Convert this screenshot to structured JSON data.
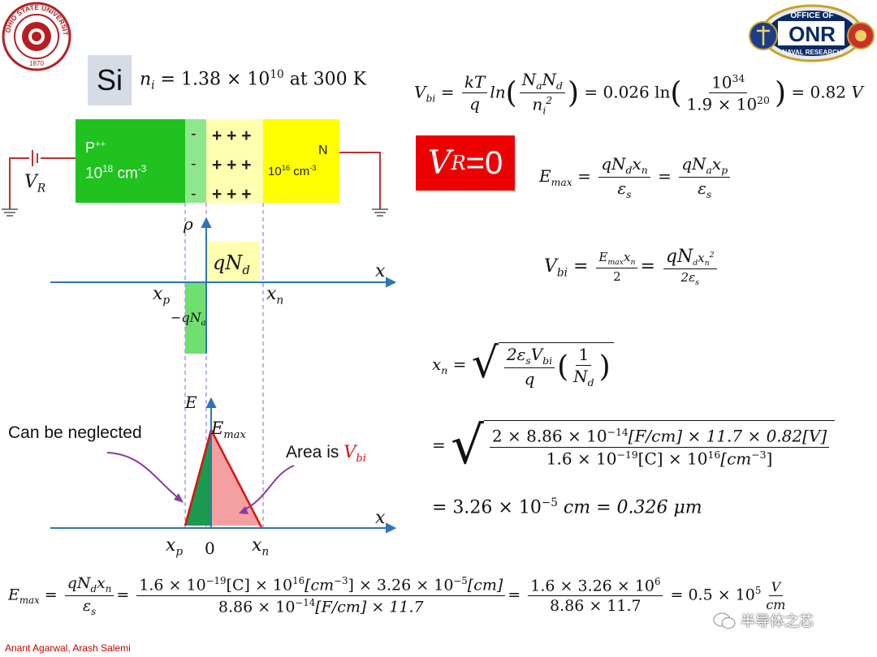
{
  "logos": {
    "left": {
      "icon": "ohio-state-seal-icon",
      "text": "OHIO STATE UNIVERSITY",
      "year": "1870",
      "color": "#b51f24"
    },
    "right": {
      "icon": "onr-logo-icon",
      "top_text": "OFFICE OF",
      "main_text": "ONR",
      "bottom_text": "NAVAL RESEARCH",
      "color": "#0b2a63"
    }
  },
  "material": {
    "label": "Si",
    "ni_symbol": "n",
    "ni_sub": "i",
    "ni_value": "= 1.38 × 10",
    "ni_exp": "10",
    "ni_suffix": "at 300 K"
  },
  "device": {
    "p_label": "P",
    "p_sup": "++",
    "p_doping": "10",
    "p_doping_exp": "18",
    "p_doping_unit": "cm",
    "p_doping_unit_exp": "-3",
    "n_label": "N",
    "n_doping": "10",
    "n_doping_exp": "16",
    "n_doping_unit": "cm",
    "n_doping_unit_exp": "-3",
    "minus_signs": [
      "-",
      "-",
      "-"
    ],
    "plus_rows": [
      "+ + +",
      "+ + +",
      "+ + +"
    ],
    "vr_symbol": "V",
    "vr_sub": "R",
    "colors": {
      "p": "#1fc21f",
      "depletion_p": "#8de88d",
      "depletion_n": "#ffffb0",
      "n": "#ffff00",
      "wire": "#c03030"
    }
  },
  "vr_badge": {
    "symbol": "V",
    "sub": "R",
    "value": "=0",
    "bg": "#ee0000"
  },
  "rho_plot": {
    "axis_y": "ρ",
    "axis_x": "x",
    "pos_label": "qN",
    "pos_label_sub": "d",
    "neg_label": "−qN",
    "neg_label_sub": "a",
    "xp": "x",
    "xp_sub": "p",
    "xn": "x",
    "xn_sub": "n",
    "colors": {
      "pos": "#ffffb0",
      "neg": "#6fe06f",
      "axis": "#2e75b6"
    }
  },
  "field_plot": {
    "axis_y": "E",
    "axis_x": "x",
    "emax": "E",
    "emax_sub": "max",
    "xp": "x",
    "xp_sub": "p",
    "zero": "0",
    "xn": "x",
    "xn_sub": "n",
    "neglect_note": "Can be neglected",
    "area_note_prefix": "Area is ",
    "area_note_sym": "V",
    "area_note_sub": "bi",
    "colors": {
      "left": "#1a9a50",
      "right": "#f4a0a0",
      "outline": "#e01010",
      "note": "#8a3aa0"
    }
  },
  "equations": {
    "vbi": {
      "lhs": "V",
      "lhs_sub": "bi",
      "kt": "kT",
      "q": "q",
      "ln": "ln",
      "nand": "N",
      "na_sub": "a",
      "nd_sub": "d",
      "ni2": "n",
      "ni2_sub": "i",
      "ni2_sup": "2",
      "coef": "= 0.026 ln",
      "num": "10",
      "num_exp": "34",
      "den": "1.9 × 10",
      "den_exp": "20",
      "result": "= 0.82",
      "unit": "V"
    },
    "emax": {
      "lhs": "E",
      "lhs_sub": "max",
      "num1": "qN",
      "num1_sub": "d",
      "num1_x": "x",
      "num1_xsub": "n",
      "num2": "qN",
      "num2_sub": "a",
      "num2_x": "x",
      "num2_xsub": "p",
      "den": "ε",
      "den_sub": "s"
    },
    "vbi2": {
      "lhs": "V",
      "lhs_sub": "bi",
      "num1": "E",
      "num1_sub": "max",
      "num1_x": "x",
      "num1_xsub": "n",
      "den1": "2",
      "num2": "qN",
      "num2_sub": "d",
      "num2_x": "x",
      "num2_xsub": "n",
      "num2_sup": "2",
      "den2": "2ε",
      "den2_sub": "s"
    },
    "xn": {
      "lhs": "x",
      "lhs_sub": "n",
      "inner_num": "2ε",
      "inner_num_sub": "s",
      "inner_num_v": "V",
      "inner_num_vsub": "bi",
      "inner_den": "q",
      "one": "1",
      "nd": "N",
      "nd_sub": "d",
      "line2_num": "2 × 8.86 × 10",
      "line2_num_exp": "−14",
      "line2_num_rest": "[F/cm] × 11.7 × 0.82[V]",
      "line2_den": "1.6 × 10",
      "line2_den_exp": "−19",
      "line2_den_mid": "[C] × 10",
      "line2_den_exp2": "16",
      "line2_den_rest": "[cm",
      "line2_den_rest_exp": "−3",
      "line2_den_close": "]",
      "line3": "= 3.26 × 10",
      "line3_exp": "−5",
      "line3_rest": "cm = 0.326 μm"
    },
    "emax_calc": {
      "lhs": "E",
      "lhs_sub": "max",
      "f1_num": "qN",
      "f1_num_sub": "d",
      "f1_num_x": "x",
      "f1_num_xsub": "n",
      "f1_den": "ε",
      "f1_den_sub": "s",
      "f2_num": "1.6 × 10",
      "f2_num_exp": "−19",
      "f2_num_mid": "[C] × 10",
      "f2_num_exp2": "16",
      "f2_num_mid2": "[cm",
      "f2_num_exp3": "−3",
      "f2_num_end": "] × 3.26 × 10",
      "f2_num_exp4": "−5",
      "f2_num_close": "[cm]",
      "f2_den": "8.86 × 10",
      "f2_den_exp": "−14",
      "f2_den_rest": "[F/cm] × 11.7",
      "f3_num": "1.6 × 3.26 × 10",
      "f3_num_exp": "6",
      "f3_den": "8.86 × 11.7",
      "result": "= 0.5 × 10",
      "result_exp": "5",
      "unit_num": "V",
      "unit_den": "cm"
    }
  },
  "footer": {
    "authors": "Anant Agarwal, Arash Salemi",
    "color": "#c00000"
  },
  "watermark": {
    "text": "半导体之芯",
    "icon": "wechat-icon"
  }
}
